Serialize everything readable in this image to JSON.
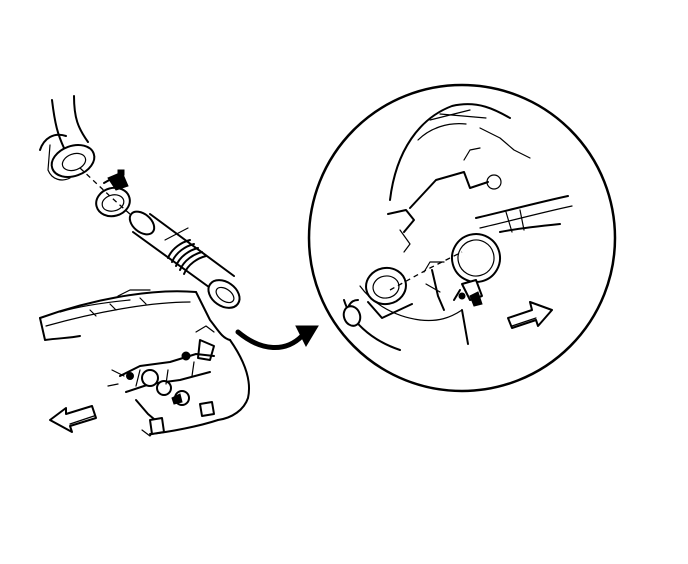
{
  "diagram": {
    "components": [
      {
        "name": "upper-hose",
        "icon": "hose-icon"
      },
      {
        "name": "upper-clamp",
        "icon": "clamp-icon"
      },
      {
        "name": "corrugated-pipe",
        "icon": "pipe-icon"
      },
      {
        "name": "engine-block",
        "icon": "engine-icon"
      },
      {
        "name": "detail-magnifier",
        "icon": "magnifier-icon"
      },
      {
        "name": "detail-clamp",
        "icon": "clamp-icon"
      },
      {
        "name": "direction-arrow-left",
        "icon": "arrow-left-icon"
      },
      {
        "name": "direction-arrow-right",
        "icon": "arrow-right-icon"
      },
      {
        "name": "callout-arrow",
        "icon": "curved-arrow-icon"
      }
    ],
    "colors": {
      "ink": "#000000",
      "paper": "#ffffff"
    }
  }
}
